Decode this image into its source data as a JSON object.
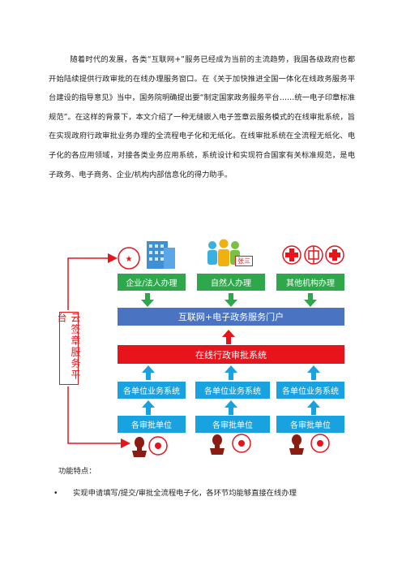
{
  "intro": {
    "text": "随着时代的发展，各类“互联网+”服务已经成为当前的主流趋势，我国各级政府也都开始陆续提供行政审批的在线办理服务窗口。在《关于加快推进全国一体化在线政务服务平台建设的指导意见》当中，国务院明确提出要“制定国家政务服务平台……统一电子印章标准规范”。在这样的背景下，本文介绍了一种无缝嵌入电子签章云服务模式的在线审批系统，旨在实现政府行政审批业务办理的全流程电子化和无纸化。在线审批系统在全流程无纸化、电子化的各应用领域，对接各类业务应用系统，系统设计和实现符合国家有关标准规范，是电子政务、电子商务、企业/机构内部信息化的得力助手。"
  },
  "diagram": {
    "side_label": "云签章服务平台",
    "name_card": "张三",
    "row1": [
      "企业/法人办理",
      "自然人办理",
      "其他机构办理"
    ],
    "portal": "互联网+电子政务服务门户",
    "system": "在线行政审批系统",
    "row4": [
      "各单位业务系统",
      "各单位业务系统",
      "各单位业务系统"
    ],
    "row5": [
      "各审批单位",
      "各审批单位",
      "各审批单位"
    ],
    "colors": {
      "green": "#2ea84a",
      "blue": "#4a74c2",
      "red": "#e8141b",
      "cyan": "#18a2df"
    }
  },
  "features": {
    "title": "功能特点：",
    "bullet_mark": "•",
    "items": [
      "实现申请填写/提交/审批全流程电子化，各环节均能够直接在线办理"
    ]
  }
}
